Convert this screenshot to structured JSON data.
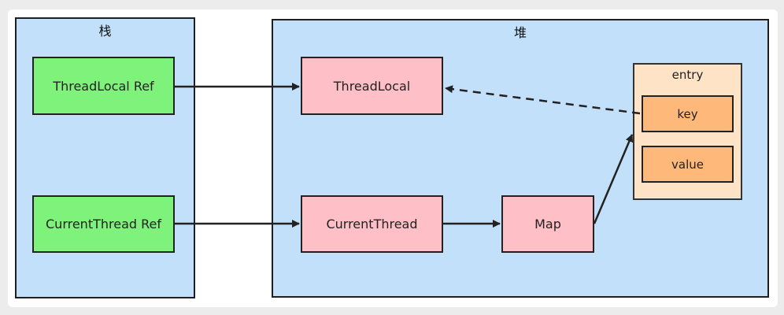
{
  "stack": {
    "label": "栈"
  },
  "heap": {
    "label": "堆"
  },
  "nodes": {
    "threadlocal_ref": "ThreadLocal Ref",
    "currentthread_ref": "CurrentThread Ref",
    "threadlocal": "ThreadLocal",
    "currentthread": "CurrentThread",
    "map": "Map"
  },
  "entry": {
    "label": "entry",
    "key": "key",
    "value": "value"
  },
  "colors": {
    "region": "#c2e0fa",
    "ref_box": "#7ef27a",
    "object_box": "#ffbfc6",
    "entry_box": "#ffe3c6",
    "entry_field": "#fdb87a"
  }
}
